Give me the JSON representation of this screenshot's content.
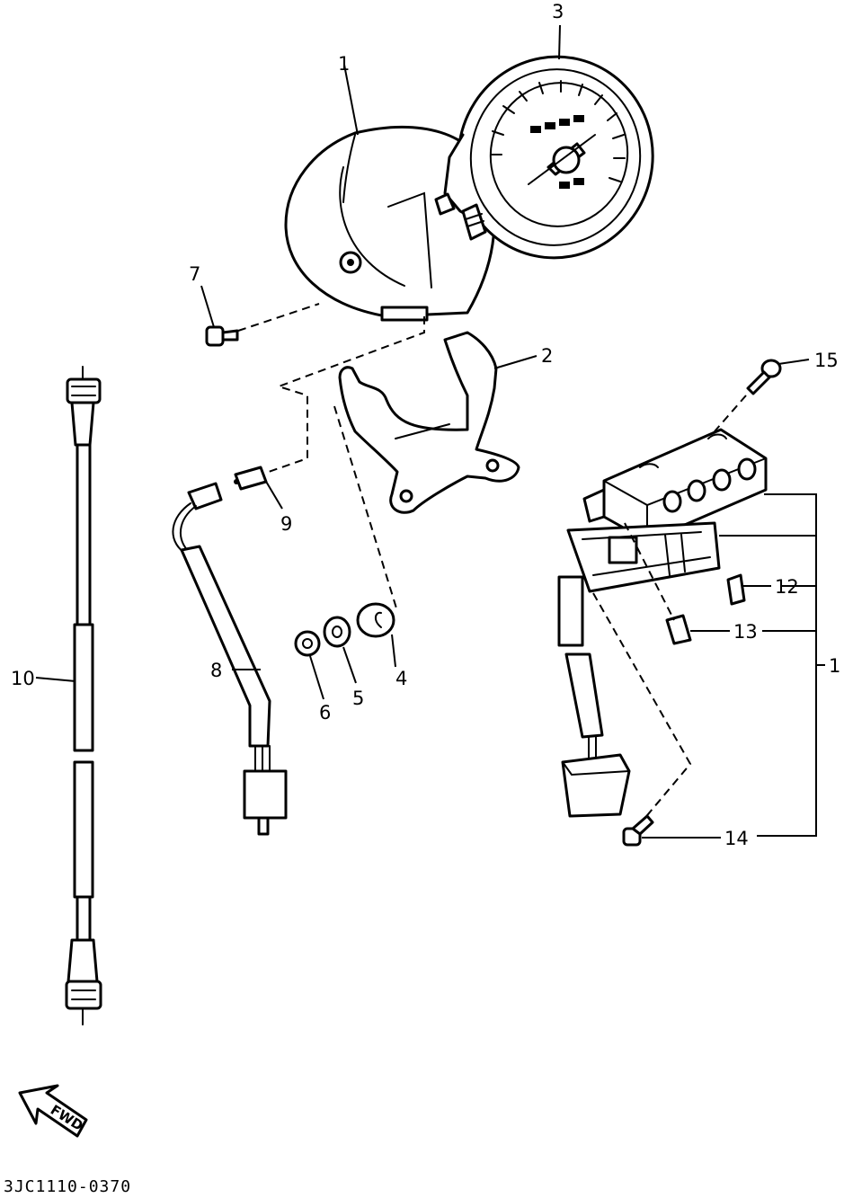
{
  "callouts": {
    "c1_top": "1",
    "c1_right": "1",
    "c2": "2",
    "c3": "3",
    "c4": "4",
    "c5": "5",
    "c6": "6",
    "c7": "7",
    "c8": "8",
    "c9": "9",
    "c10": "10",
    "c12": "12",
    "c13": "13",
    "c14": "14",
    "c15": "15"
  },
  "direction_marker": "FWD",
  "drawing_code": "3JC1110-0370"
}
